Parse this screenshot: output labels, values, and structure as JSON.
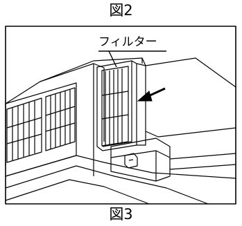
{
  "captions": {
    "top": "図2",
    "bottom": "図3"
  },
  "diagram": {
    "callout_label": "フィルター"
  },
  "colors": {
    "ink": "#000000",
    "paper": "#ffffff"
  }
}
